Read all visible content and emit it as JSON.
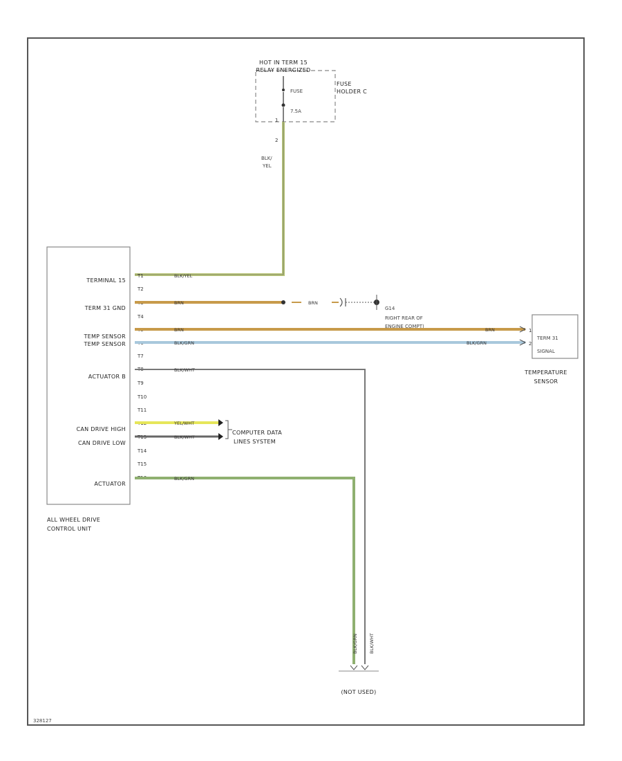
{
  "fuse": {
    "power_label_1": "HOT IN TERM 15",
    "power_label_2": "RELAY ENERGIZED",
    "holder_label_1": "FUSE",
    "holder_label_2": "HOLDER C",
    "fuse_label": "FUSE",
    "fuse_rating": "7.5A",
    "terminal_in": "1",
    "terminal_out": "2",
    "wire_color_1": "BLK/",
    "wire_color_2": "YEL"
  },
  "control_unit": {
    "name_1": "ALL WHEEL DRIVE",
    "name_2": "CONTROL UNIT",
    "pins": [
      {
        "label": "TERMINAL 15",
        "pin": "T1",
        "wire": "BLK/YEL",
        "color": "#b9c67a"
      },
      {
        "label": "",
        "pin": "T2",
        "wire": "",
        "color": ""
      },
      {
        "label": "TERM 31 GND",
        "pin": "T3",
        "wire": "BRN",
        "color": "#c79a4a"
      },
      {
        "label": "",
        "pin": "T4",
        "wire": "",
        "color": ""
      },
      {
        "label": "TEMP SENSOR",
        "pin": "T5",
        "wire": "BRN",
        "color": "#c79a4a"
      },
      {
        "label": "TEMP SENSOR",
        "pin": "T6",
        "wire": "BLK/GRN",
        "color": "#a8c8dc"
      },
      {
        "label": "",
        "pin": "T7",
        "wire": "",
        "color": ""
      },
      {
        "label": "ACTUATOR B",
        "pin": "T8",
        "wire": "BLK/WHT",
        "color": "#777777"
      },
      {
        "label": "",
        "pin": "T9",
        "wire": "",
        "color": ""
      },
      {
        "label": "",
        "pin": "T10",
        "wire": "",
        "color": ""
      },
      {
        "label": "",
        "pin": "T11",
        "wire": "",
        "color": ""
      },
      {
        "label": "CAN DRIVE HIGH",
        "pin": "T12",
        "wire": "YEL/WHT",
        "color": "#e6e65a"
      },
      {
        "label": "CAN DRIVE LOW",
        "pin": "T13",
        "wire": "BLK/WHT",
        "color": "#666666"
      },
      {
        "label": "",
        "pin": "T14",
        "wire": "",
        "color": ""
      },
      {
        "label": "",
        "pin": "T15",
        "wire": "",
        "color": ""
      },
      {
        "label": "ACTUATOR",
        "pin": "T16",
        "wire": "BLK/GRN",
        "color": "#8fb070"
      }
    ]
  },
  "ground": {
    "wire": "BRN",
    "ground_id": "G14",
    "loc_1": "RIGHT REAR OF",
    "loc_2": "ENGINE COMPT)"
  },
  "can_bus": {
    "label_1": "COMPUTER DATA",
    "label_2": "LINES SYSTEM"
  },
  "sensor": {
    "term_1": "TERM 31",
    "term_2": "SIGNAL",
    "wire_top": "BRN",
    "wire_bottom": "BLK/GRN",
    "name_1": "TEMPERATURE",
    "name_2": "SENSOR"
  },
  "not_used": {
    "label": "(NOT USED)",
    "wire_a": "BLK/GRN",
    "wire_b": "BLK/WHT"
  },
  "figure_id": "328127"
}
